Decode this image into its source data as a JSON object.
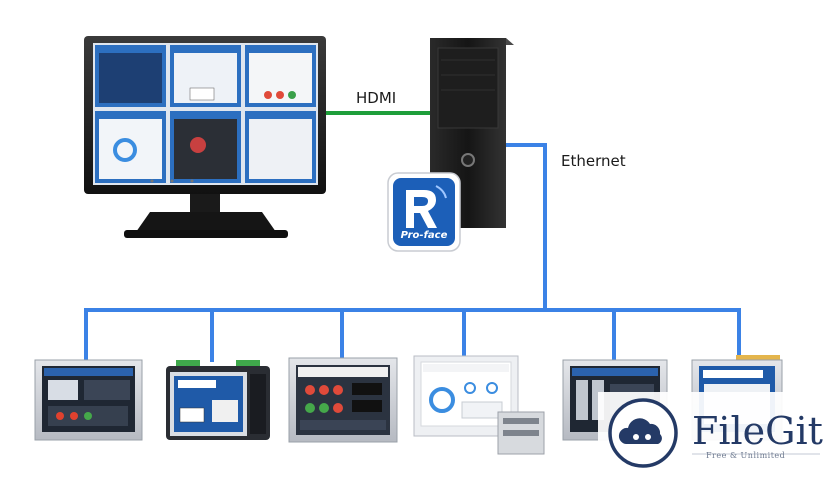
{
  "connections": {
    "hdmi_label": "HDMI",
    "ethernet_label": "Ethernet",
    "hdmi_color": "#1e9e3a",
    "ethernet_color": "#3b82e6"
  },
  "logo": {
    "name": "Pro-face",
    "letter": "R",
    "color": "#1c5fb8"
  },
  "watermark": {
    "brand": "FileGit",
    "tagline": "Free & Unlimited",
    "color": "#243a66"
  },
  "icons": [
    "monitor-icon",
    "pc-tower-icon",
    "hmi-panel-icon",
    "cloud-icon"
  ]
}
